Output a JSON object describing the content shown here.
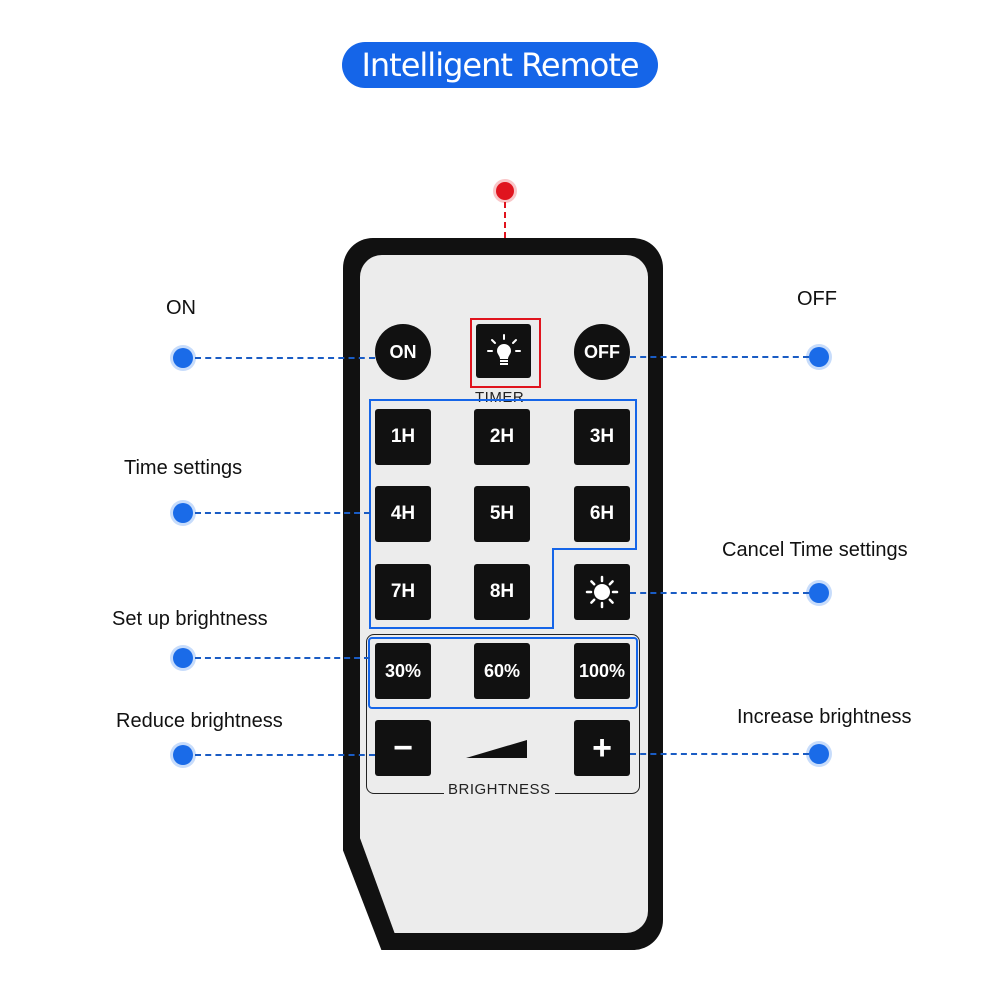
{
  "title": "Intelligent Remote",
  "callouts": {
    "on": "ON",
    "off": "OFF",
    "time_settings": "Time settings",
    "cancel_time_settings": "Cancel Time settings",
    "set_up_brightness": "Set up brightness",
    "reduce_brightness": "Reduce brightness",
    "increase_brightness": "Increase brightness"
  },
  "remote": {
    "on_key": "ON",
    "off_key": "OFF",
    "timer_label": "TIMER",
    "timer_keys": [
      "1H",
      "2H",
      "3H",
      "4H",
      "5H",
      "6H",
      "7H",
      "8H"
    ],
    "brightness_keys": [
      "30%",
      "60%",
      "100%"
    ],
    "minus_key": "−",
    "plus_key": "+",
    "brightness_label": "BRIGHTNESS"
  },
  "icons": {
    "timer": "lightbulb-icon",
    "cancel": "sun-icon",
    "ramp": "brightness-ramp-icon",
    "emitter": "ir-emitter-icon"
  },
  "colors": {
    "accent": "#1565e8",
    "emitter": "#e0141e",
    "key": "#111111",
    "face": "#ececec"
  }
}
